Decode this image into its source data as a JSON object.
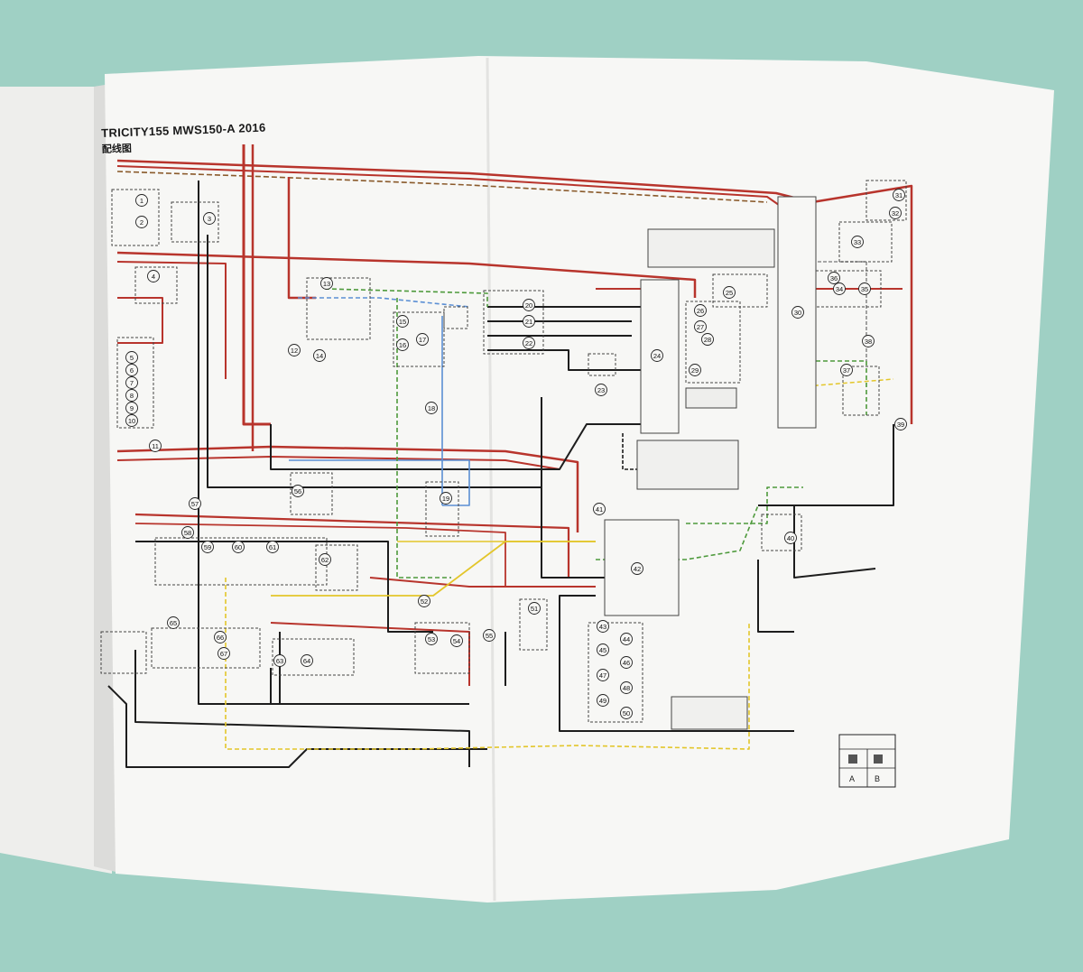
{
  "document": {
    "title": "TRICITY155 MWS150-A 2016",
    "subtitle": "配线图"
  },
  "colors": {
    "background": "#9fd0c4",
    "paper": "#f7f7f5",
    "wire_red": "#b8342c",
    "wire_black": "#1d1d1d",
    "wire_blue": "#5b8fd4",
    "wire_green": "#4e9a3c",
    "wire_yellow": "#e3c62a",
    "wire_brown": "#8a5a2b",
    "wire_gray": "#8c8c8c"
  },
  "components": [
    {
      "id": "1"
    },
    {
      "id": "2"
    },
    {
      "id": "3"
    },
    {
      "id": "4"
    },
    {
      "id": "5"
    },
    {
      "id": "6"
    },
    {
      "id": "7"
    },
    {
      "id": "8"
    },
    {
      "id": "9"
    },
    {
      "id": "10"
    },
    {
      "id": "11"
    },
    {
      "id": "12"
    },
    {
      "id": "13"
    },
    {
      "id": "14"
    },
    {
      "id": "15"
    },
    {
      "id": "16"
    },
    {
      "id": "17"
    },
    {
      "id": "18"
    },
    {
      "id": "19"
    },
    {
      "id": "20"
    },
    {
      "id": "21"
    },
    {
      "id": "22"
    },
    {
      "id": "23"
    },
    {
      "id": "24"
    },
    {
      "id": "25"
    },
    {
      "id": "26"
    },
    {
      "id": "27"
    },
    {
      "id": "28"
    },
    {
      "id": "29"
    },
    {
      "id": "30"
    },
    {
      "id": "31"
    },
    {
      "id": "32"
    },
    {
      "id": "33"
    },
    {
      "id": "34"
    },
    {
      "id": "35"
    },
    {
      "id": "36"
    },
    {
      "id": "37"
    },
    {
      "id": "38"
    },
    {
      "id": "39"
    },
    {
      "id": "40"
    },
    {
      "id": "41"
    },
    {
      "id": "42"
    },
    {
      "id": "43"
    },
    {
      "id": "44"
    },
    {
      "id": "45"
    },
    {
      "id": "46"
    },
    {
      "id": "47"
    },
    {
      "id": "48"
    },
    {
      "id": "49"
    },
    {
      "id": "50"
    },
    {
      "id": "51"
    },
    {
      "id": "52"
    },
    {
      "id": "53"
    },
    {
      "id": "54"
    },
    {
      "id": "55"
    },
    {
      "id": "56"
    },
    {
      "id": "57"
    },
    {
      "id": "58"
    },
    {
      "id": "59"
    },
    {
      "id": "60"
    },
    {
      "id": "61"
    },
    {
      "id": "62"
    },
    {
      "id": "63"
    },
    {
      "id": "64"
    },
    {
      "id": "65"
    },
    {
      "id": "66"
    },
    {
      "id": "67"
    }
  ],
  "legend": {
    "symbols": [
      "A",
      "B"
    ]
  }
}
